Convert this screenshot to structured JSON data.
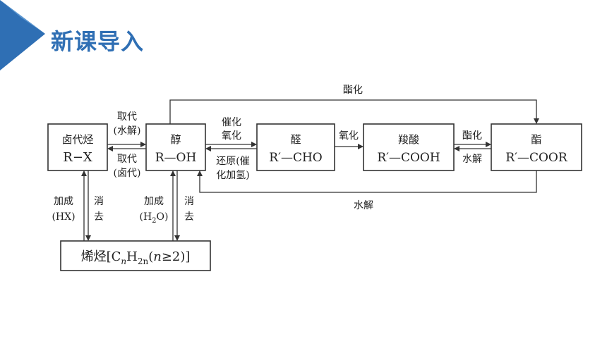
{
  "header": {
    "title": "新课导入",
    "accent": "#2f6fb4",
    "accent_light": "#5b97d1"
  },
  "nodes": {
    "halide": {
      "name": "卤代烃",
      "formula": "R−X"
    },
    "alcohol": {
      "name": "醇",
      "formula": "R—OH"
    },
    "aldehyde": {
      "name": "醛",
      "formula": "R′—CHO"
    },
    "acid": {
      "name": "羧酸",
      "formula": "R′—COOH"
    },
    "ester": {
      "name": "酯",
      "formula": "R′—COOR"
    },
    "alkene": {
      "name": "烯烃",
      "formula_parts": [
        "[C",
        "n",
        "H",
        "2n",
        "(",
        "n",
        "≥2)]"
      ]
    }
  },
  "edges": {
    "halide_to_alcohol": {
      "line1": "取代",
      "line2": "(水解)"
    },
    "alcohol_to_halide": {
      "line1": "取代",
      "line2": "(卤代)"
    },
    "alcohol_to_aldehyde": {
      "line1": "催化",
      "line2": "氧化"
    },
    "aldehyde_to_alcohol": {
      "line1": "还原(催",
      "line2": "化加氢)"
    },
    "aldehyde_to_acid": {
      "label": "氧化"
    },
    "acid_to_ester": {
      "label": "酯化"
    },
    "ester_to_acid": {
      "label": "水解"
    },
    "alcohol_to_ester_top": {
      "label": "酯化"
    },
    "ester_to_alcohol_bottom": {
      "label": "水解"
    },
    "alkene_to_halide": {
      "line1": "加成",
      "line2": "(HX)"
    },
    "halide_to_alkene": {
      "line1": "消",
      "line2": "去"
    },
    "alkene_to_alcohol": {
      "line1": "加成",
      "line2_pre": "(H",
      "line2_sub": "2",
      "line2_post": "O)"
    },
    "alcohol_to_alkene": {
      "line1": "消",
      "line2": "去"
    }
  }
}
